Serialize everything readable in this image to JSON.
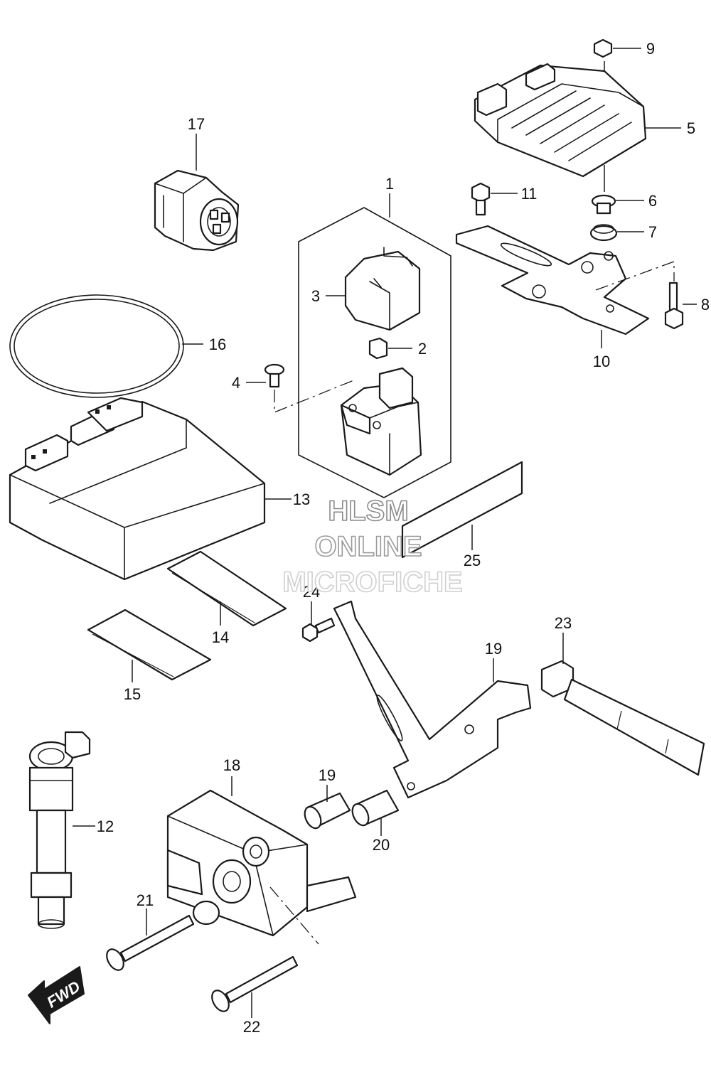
{
  "callouts": [
    {
      "id": "c1",
      "text": "1"
    },
    {
      "id": "c2",
      "text": "2"
    },
    {
      "id": "c3",
      "text": "3"
    },
    {
      "id": "c4",
      "text": "4"
    },
    {
      "id": "c5",
      "text": "5"
    },
    {
      "id": "c6",
      "text": "6"
    },
    {
      "id": "c7",
      "text": "7"
    },
    {
      "id": "c8",
      "text": "8"
    },
    {
      "id": "c9",
      "text": "9"
    },
    {
      "id": "c10",
      "text": "10"
    },
    {
      "id": "c11",
      "text": "11"
    },
    {
      "id": "c12",
      "text": "12"
    },
    {
      "id": "c13",
      "text": "13"
    },
    {
      "id": "c14",
      "text": "14"
    },
    {
      "id": "c15",
      "text": "15"
    },
    {
      "id": "c16",
      "text": "16"
    },
    {
      "id": "c17",
      "text": "17"
    },
    {
      "id": "c18",
      "text": "18"
    },
    {
      "id": "c19a",
      "text": "19"
    },
    {
      "id": "c19b",
      "text": "19"
    },
    {
      "id": "c20",
      "text": "20"
    },
    {
      "id": "c21",
      "text": "21"
    },
    {
      "id": "c22",
      "text": "22"
    },
    {
      "id": "c23",
      "text": "23"
    },
    {
      "id": "c24",
      "text": "24"
    },
    {
      "id": "c25",
      "text": "25"
    }
  ],
  "watermark": {
    "line1": "HLSM",
    "line2": "ONLINE",
    "line3": "MICROFICHE",
    "colors": {
      "line1": "#8a8a8a",
      "line2": "#9a9a9a",
      "line3": "#cfcfcf"
    }
  },
  "fwd_arrow": {
    "label": "FWD",
    "icon": "forward-arrow-icon"
  }
}
